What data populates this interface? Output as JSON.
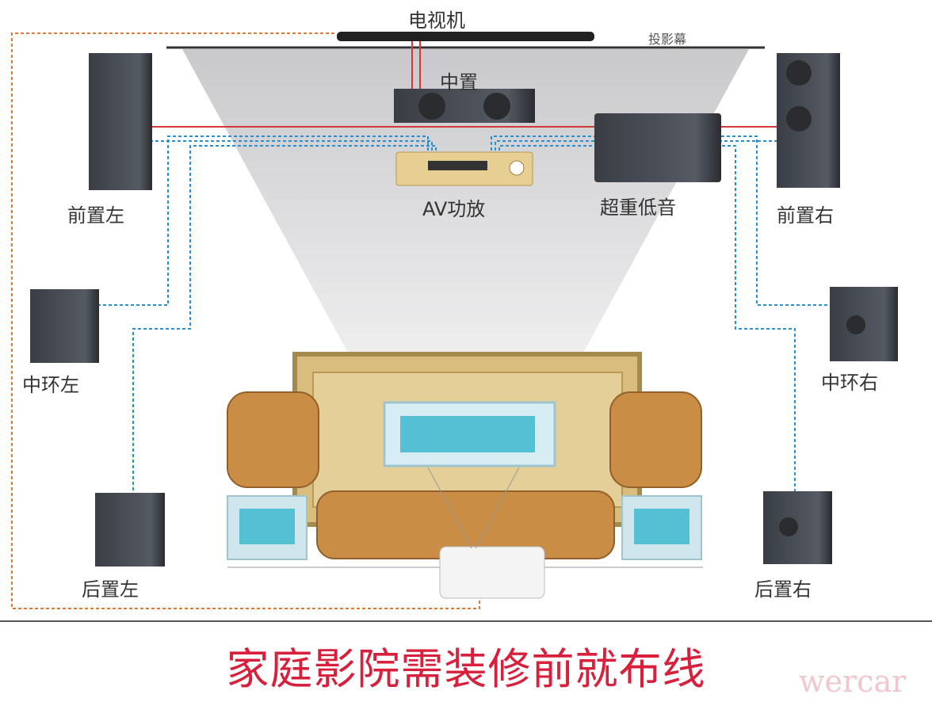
{
  "labels": {
    "tv": "电视机",
    "screen": "投影幕",
    "center": "中置",
    "amp": "AV功放",
    "subwoofer": "超重低音",
    "front_left": "前置左",
    "front_right": "前置右",
    "mid_left": "中环左",
    "mid_right": "中环右",
    "rear_left": "后置左",
    "rear_right": "后置右"
  },
  "caption": "家庭影院需装修前就布线",
  "watermark": "wercar",
  "colors": {
    "caption": "#d8203c",
    "power_wire": "#e07a3a",
    "signal_wire": "#2a8fd0",
    "speaker_wire": "#d23a3a"
  }
}
